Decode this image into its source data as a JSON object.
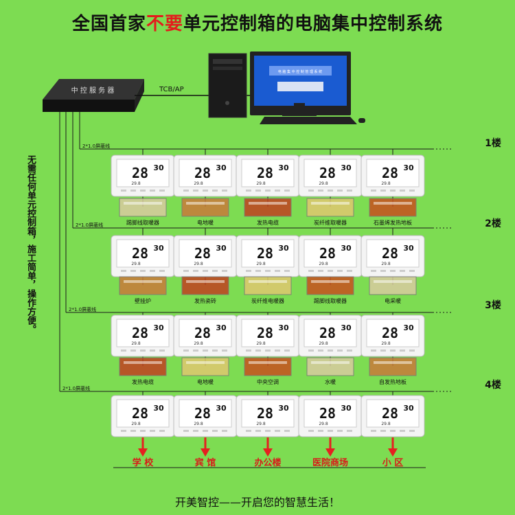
{
  "title_prefix": "全国首家",
  "title_red": "不要",
  "title_suffix": "单元控制箱的电脑集中控制系统",
  "server_label": "中 控 服 务 器",
  "link_label": "TCB/AP",
  "monitor_text": "电 脑 集 中 控 制 管 理 系 统",
  "side_note": "无需任何单元控制箱，施工简单，操作方便。",
  "bus_label": "2*1.0屏蔽线",
  "floors": [
    {
      "label": "1楼",
      "devices": [
        "踢脚线取暖器",
        "电地暖",
        "发热电缆",
        "炭纤维取暖器",
        "石墨烯发热地板"
      ]
    },
    {
      "label": "2楼",
      "devices": [
        "壁挂炉",
        "发热瓷砖",
        "炭纤维电暖器",
        "踢脚线取暖器",
        "电采暖"
      ]
    },
    {
      "label": "3楼",
      "devices": [
        "发热电缆",
        "电地暖",
        "中央空调",
        "水暖",
        "自发热地板"
      ]
    },
    {
      "label": "4楼",
      "devices": []
    }
  ],
  "thermostat": {
    "temp": "28",
    "side": "30",
    "small": "29.8"
  },
  "destinations": [
    "学 校",
    "宾 馆",
    "办公楼",
    "医院商场",
    "小 区"
  ],
  "footer": "开美智控——开启您的智慧生活！",
  "colors": {
    "background": "#7ddc52",
    "line": "#1a1a1a",
    "arrow": "#e52020"
  }
}
